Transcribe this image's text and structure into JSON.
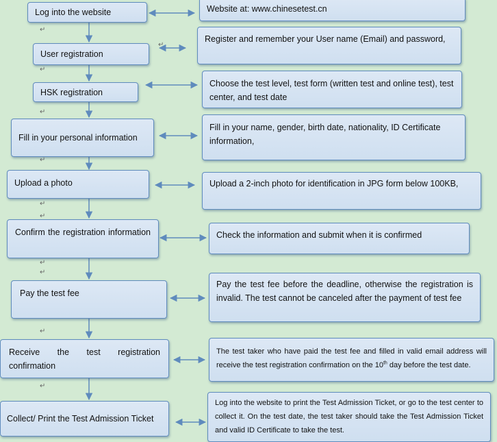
{
  "steps": [
    {
      "left": "Log into the website",
      "right": "Website at: www.chinesetest.cn"
    },
    {
      "left": "User registration",
      "right": "Register and remember your User name (Email) and password,"
    },
    {
      "left": "HSK registration",
      "right": "Choose the test level, test form (written test and online test), test center, and test date"
    },
    {
      "left": "Fill in your personal information",
      "right": "Fill in your name, gender, birth date, nationality, ID Certificate information,"
    },
    {
      "left": "Upload a photo",
      "right": "Upload a 2-inch photo for identification in JPG form below 100KB,"
    },
    {
      "left": "Confirm the registration information",
      "right": "Check the information and submit when it is confirmed"
    },
    {
      "left": "Pay the test fee",
      "right": "Pay the test fee before the deadline, otherwise the registration is invalid. The test cannot be canceled after the payment of test fee"
    },
    {
      "left": "Receive the test registration confirmation",
      "right_pre": "The test taker who have paid the test fee and filled in valid email address will receive the test registration confirmation on the 10",
      "right_sup": "th",
      "right_post": " day before the test date."
    },
    {
      "left": "Collect/ Print the Test Admission Ticket",
      "right": "Log into the website to print the Test Admission Ticket, or go to the test center to collect it. On the test date, the test taker should take the Test Admission Ticket and valid ID Certificate to take the test."
    }
  ],
  "paragraph_mark": "↵"
}
